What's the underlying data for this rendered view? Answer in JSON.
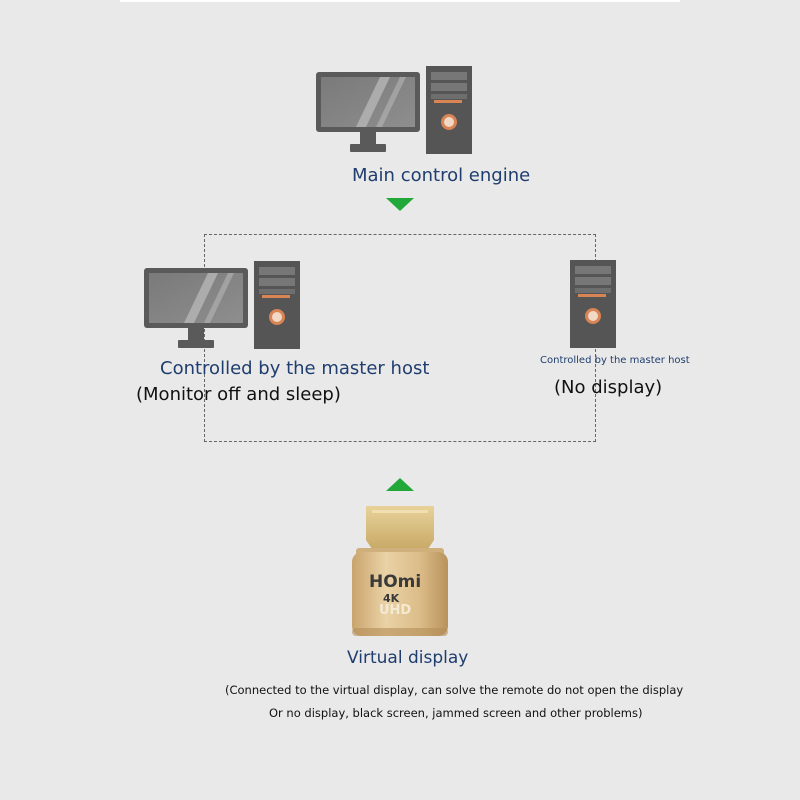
{
  "colors": {
    "background": "#e9e9e9",
    "label_blue": "#1f3d6e",
    "arrow_green": "#22a838",
    "device_gray": "#575757",
    "accent_orange": "#d88455",
    "adapter_gold": "#d9bb8a"
  },
  "main": {
    "label": "Main control engine"
  },
  "left_host": {
    "label": "Controlled by the master host",
    "sub": "(Monitor off and sleep)"
  },
  "right_host": {
    "label": "Controlled by the master host",
    "sub": "(No display)"
  },
  "adapter": {
    "brand": "HOmi",
    "line1": "4K",
    "line2": "UHD",
    "label": "Virtual display"
  },
  "notes": {
    "line1": "(Connected to the virtual display, can solve the remote do not open the display",
    "line2": "Or no display, black screen, jammed screen and other problems)"
  },
  "icons": {
    "monitor": "monitor-icon",
    "tower": "pc-tower-icon",
    "down_arrow": "arrow-down-icon",
    "up_arrow": "arrow-up-icon",
    "adapter": "hdmi-adapter-icon"
  }
}
